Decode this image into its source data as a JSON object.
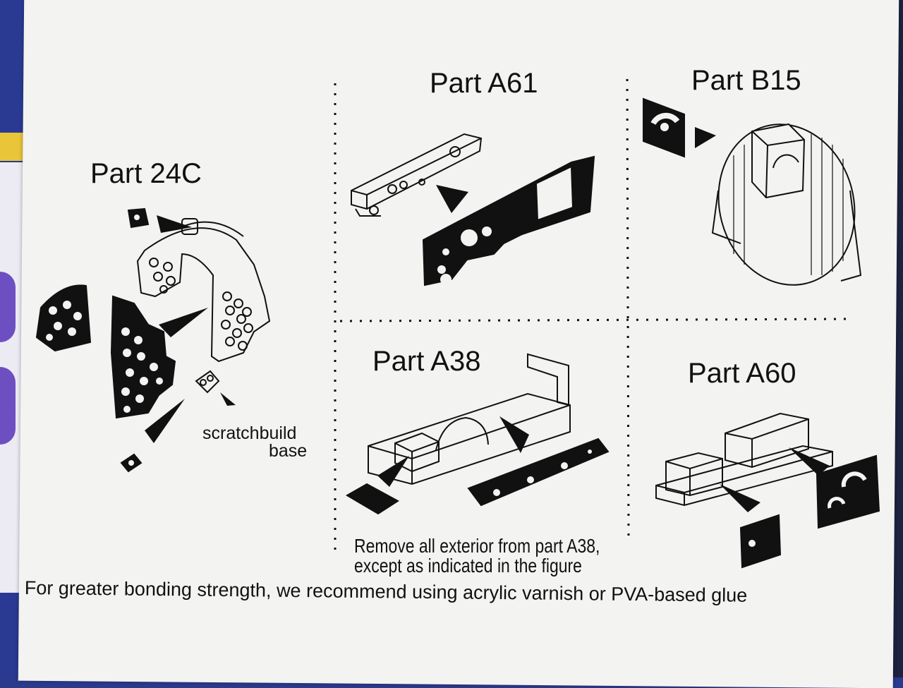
{
  "parts": {
    "p24c": {
      "title": "Part 24C",
      "annotation_line1": "scratchbuild",
      "annotation_line2": "base"
    },
    "a61": {
      "title": "Part A61"
    },
    "b15": {
      "title": "Part B15"
    },
    "a38": {
      "title": "Part A38"
    },
    "a60": {
      "title": "Part A60"
    }
  },
  "note": {
    "line1": "Remove all exterior from part A38,",
    "line2": "except as indicated in the figure"
  },
  "footer": {
    "text": "For greater bonding strength, we recommend using acrylic varnish or PVA-based glue"
  },
  "colors": {
    "paper": "#f3f3f1",
    "ink": "#111111",
    "background_blue": "#2c3a8e",
    "accent_purple": "#6e4fc2",
    "accent_yellow": "#e9c53a"
  }
}
